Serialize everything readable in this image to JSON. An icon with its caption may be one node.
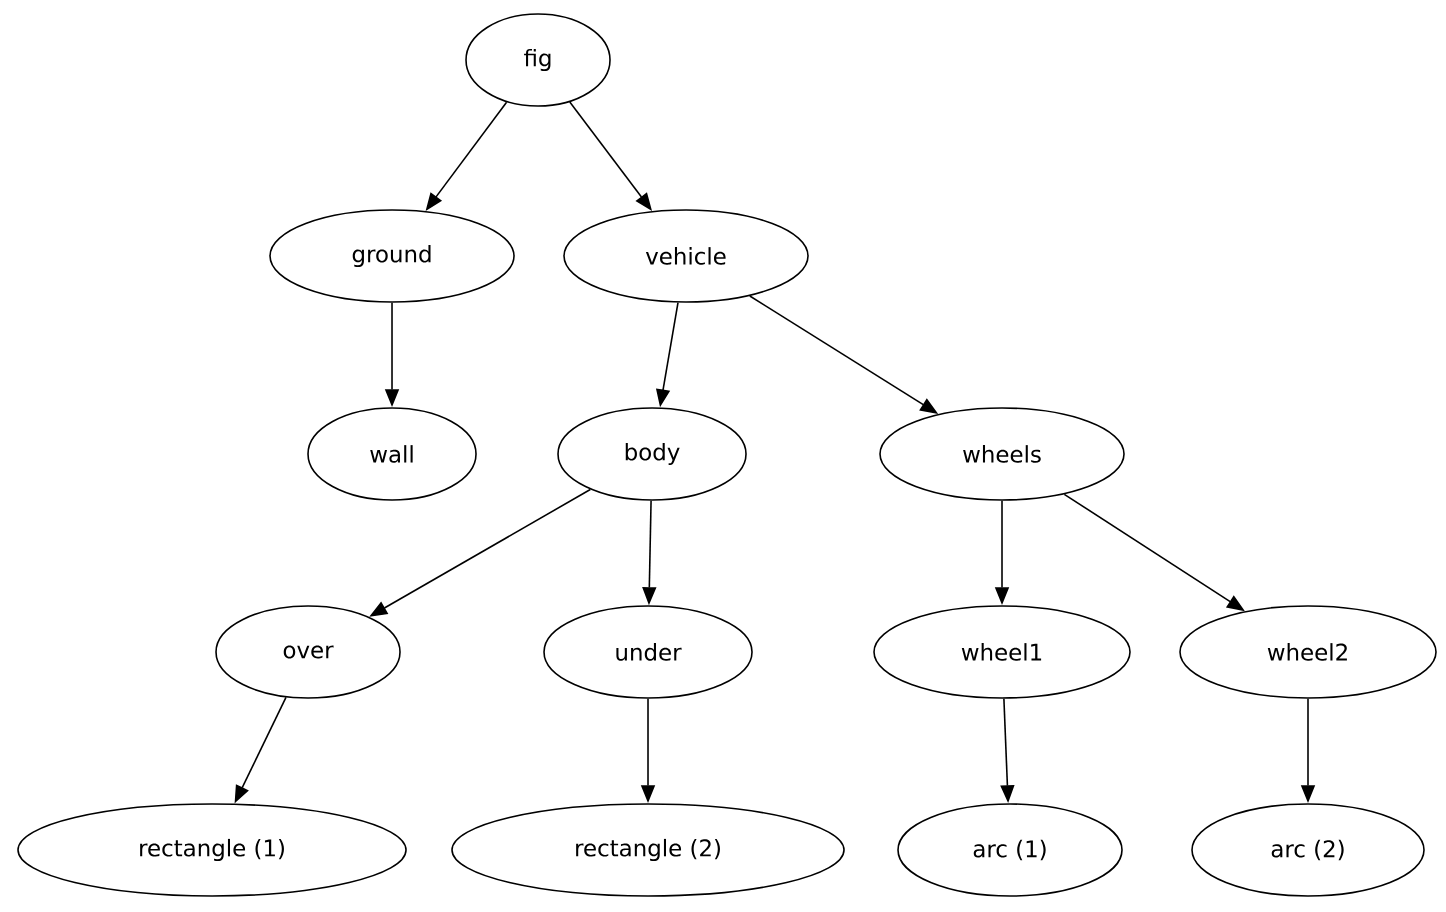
{
  "diagram": {
    "nodes": [
      {
        "text": [
          "fig"
        ]
      },
      {
        "text": [
          "ground"
        ]
      },
      {
        "text": [
          "vehicle"
        ]
      },
      {
        "text": [
          "wall"
        ]
      },
      {
        "text": [
          "body"
        ]
      },
      {
        "text": [
          "wheels"
        ]
      },
      {
        "text": [
          "over"
        ]
      },
      {
        "text": [
          "under"
        ]
      },
      {
        "text": [
          "wheel1"
        ]
      },
      {
        "text": [
          "wheel2"
        ]
      },
      {
        "text": [
          "rectangle (1)"
        ]
      },
      {
        "text": [
          "rectangle (2)"
        ]
      },
      {
        "text": [
          "arc (1)"
        ]
      },
      {
        "text": [
          "arc (2)"
        ]
      }
    ],
    "edges": [
      {
        "from": 0,
        "to": 1,
        "arrow": "to"
      },
      {
        "from": 0,
        "to": 2,
        "arrow": "to"
      },
      {
        "from": 1,
        "to": 3,
        "arrow": "to"
      },
      {
        "from": 2,
        "to": 4,
        "arrow": "to"
      },
      {
        "from": 2,
        "to": 5,
        "arrow": "to"
      },
      {
        "from": 4,
        "to": 6,
        "arrow": "to"
      },
      {
        "from": 4,
        "to": 7,
        "arrow": "to"
      },
      {
        "from": 5,
        "to": 8,
        "arrow": "to"
      },
      {
        "from": 5,
        "to": 9,
        "arrow": "to"
      },
      {
        "from": 6,
        "to": 10,
        "arrow": "to"
      },
      {
        "from": 7,
        "to": 11,
        "arrow": "to"
      },
      {
        "from": 8,
        "to": 12,
        "arrow": "to"
      },
      {
        "from": 9,
        "to": 13,
        "arrow": "to"
      }
    ]
  }
}
